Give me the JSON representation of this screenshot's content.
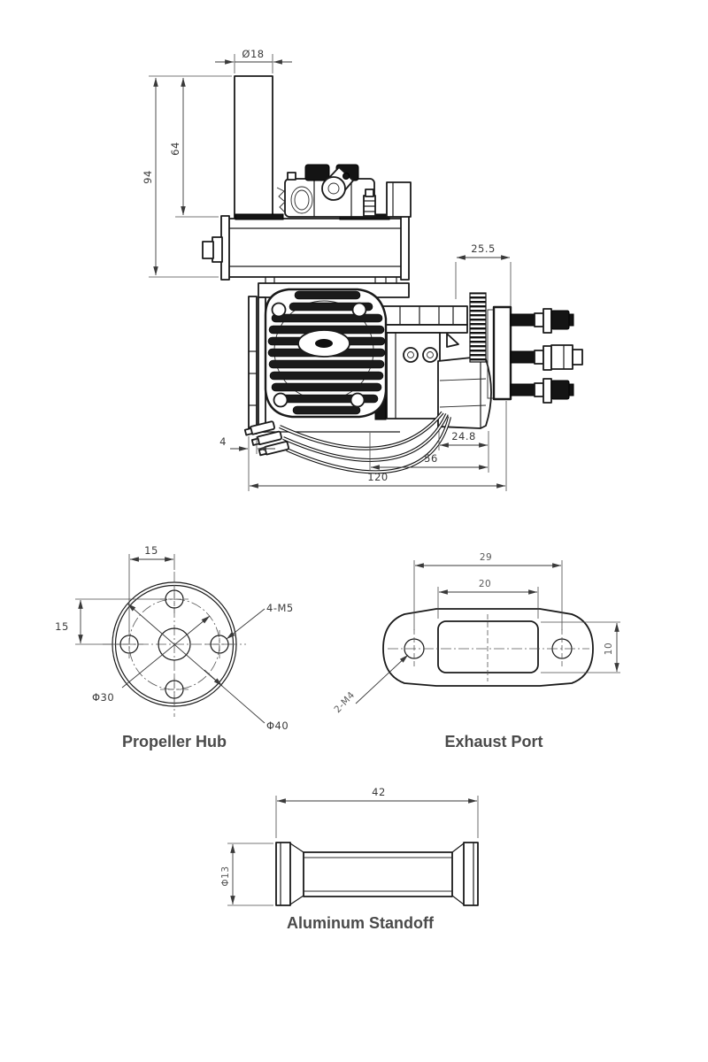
{
  "colors": {
    "background": "#ffffff",
    "line": "#1a1a1a",
    "dimension": "#3a3a3a",
    "title_text": "#4a4a4a"
  },
  "engine_view": {
    "dims": {
      "pipe_dia": "Ø18",
      "pipe_height": "64",
      "total_height": "94",
      "rear_depth": "25.5",
      "mount_plate": "4",
      "hub_depth": "24.8",
      "case_depth": "56",
      "total_length": "120"
    }
  },
  "propeller_hub": {
    "title": "Propeller Hub",
    "dims": {
      "offset_h": "15",
      "offset_v": "15",
      "bolts": "4-M5",
      "bolt_circle": "Φ30",
      "outer_dia": "Φ40"
    }
  },
  "exhaust_port": {
    "title": "Exhaust Port",
    "dims": {
      "bolt_spacing": "29",
      "port_width": "20",
      "port_height": "10",
      "bolts": "2-M4"
    }
  },
  "standoff": {
    "title": "Aluminum Standoff",
    "dims": {
      "length": "42",
      "dia": "Φ13"
    }
  }
}
